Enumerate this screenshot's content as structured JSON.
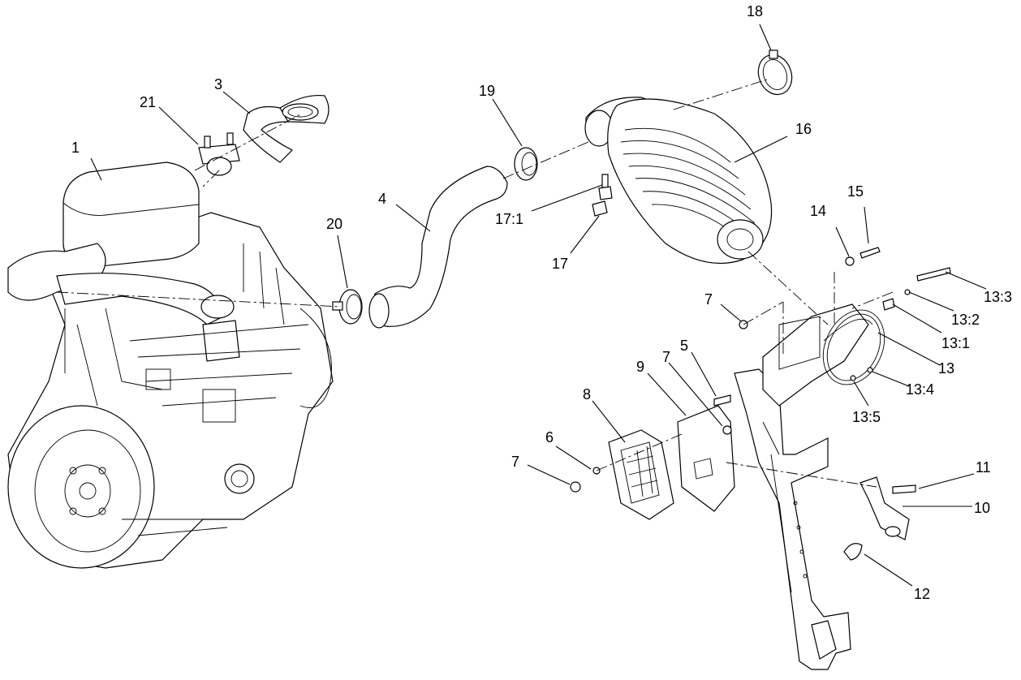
{
  "callouts": {
    "c1": "1",
    "c3": "3",
    "c4": "4",
    "c5": "5",
    "c6": "6",
    "c7a": "7",
    "c7b": "7",
    "c7c": "7",
    "c8": "8",
    "c9": "9",
    "c10": "10",
    "c11": "11",
    "c12": "12",
    "c13": "13",
    "c13_1": "13:1",
    "c13_2": "13:2",
    "c13_3": "13:3",
    "c13_4": "13:4",
    "c13_5": "13:5",
    "c14": "14",
    "c15": "15",
    "c16": "16",
    "c17": "17",
    "c17_1": "17:1",
    "c18": "18",
    "c19": "19",
    "c20": "20",
    "c21": "21"
  }
}
